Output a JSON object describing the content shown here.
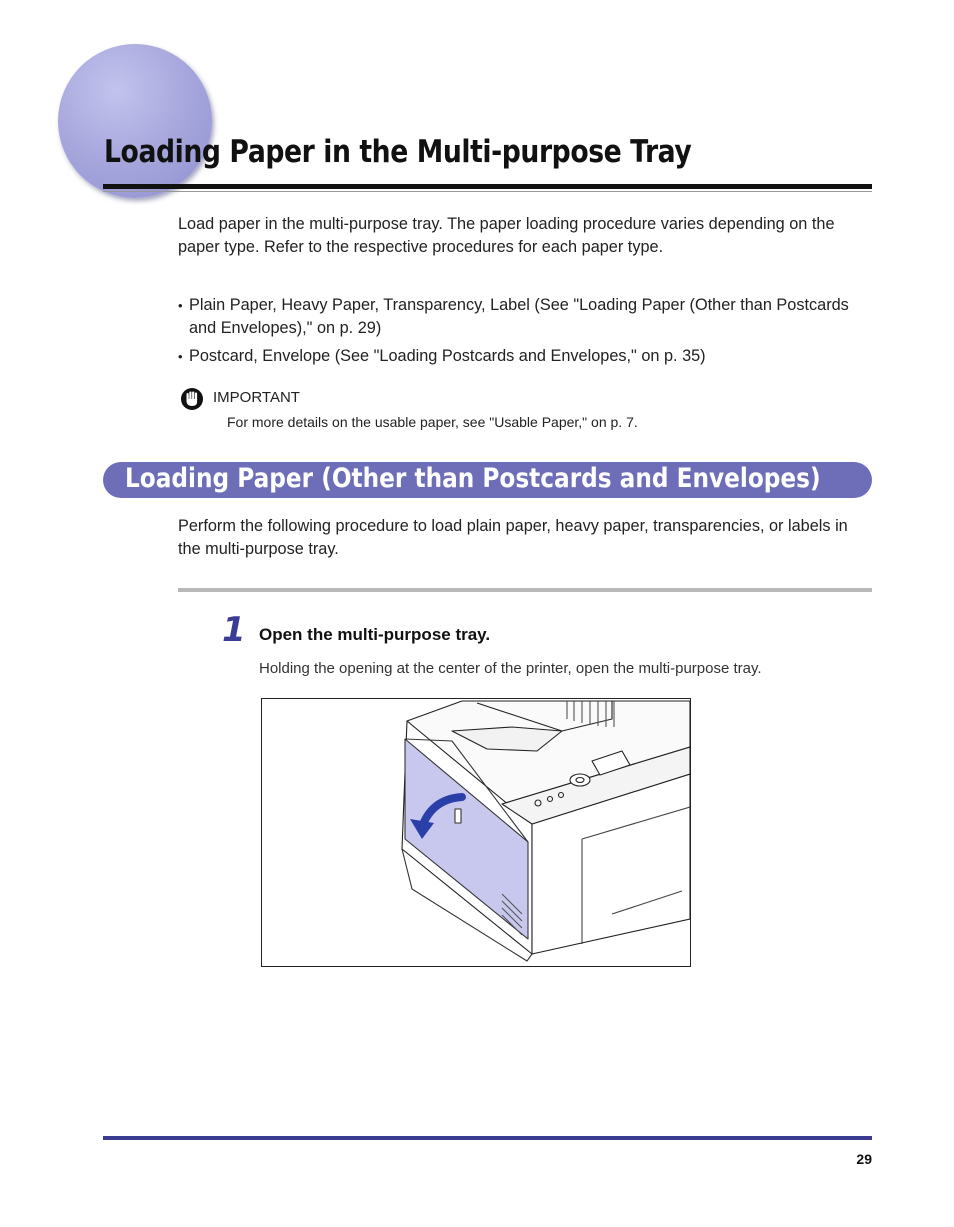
{
  "page": {
    "title": "Loading Paper in the Multi-purpose Tray",
    "intro": "Load paper in the multi-purpose tray. The paper loading procedure varies depending on the paper type. Refer to the respective procedures for each paper type.",
    "bullets": [
      "Plain Paper, Heavy Paper, Transparency, Label (See \"Loading Paper (Other than Postcards and Envelopes),\" on p. 29)",
      "Postcard, Envelope (See \"Loading Postcards and Envelopes,\" on p. 35)"
    ],
    "bullet_marker": "•",
    "important": {
      "icon": "hand-stop-icon",
      "label": "IMPORTANT",
      "text": "For more details on the usable paper, see \"Usable Paper,\" on p. 7."
    }
  },
  "section": {
    "title": "Loading Paper (Other than Postcards and Envelopes)",
    "intro": "Perform the following procedure to load plain paper, heavy paper, transparencies, or labels in the multi-purpose tray."
  },
  "step": {
    "number": "1",
    "title": "Open the multi-purpose tray.",
    "description": "Holding the opening at the center of the printer, open the multi-purpose tray."
  },
  "footer": {
    "page_number": "29"
  },
  "colors": {
    "accent": "#6e6eb8",
    "footer_rule": "#3a3a90",
    "step_number": "#3c3c96",
    "tray_highlight": "#c8c8ee",
    "arrow": "#2b3fa8"
  }
}
